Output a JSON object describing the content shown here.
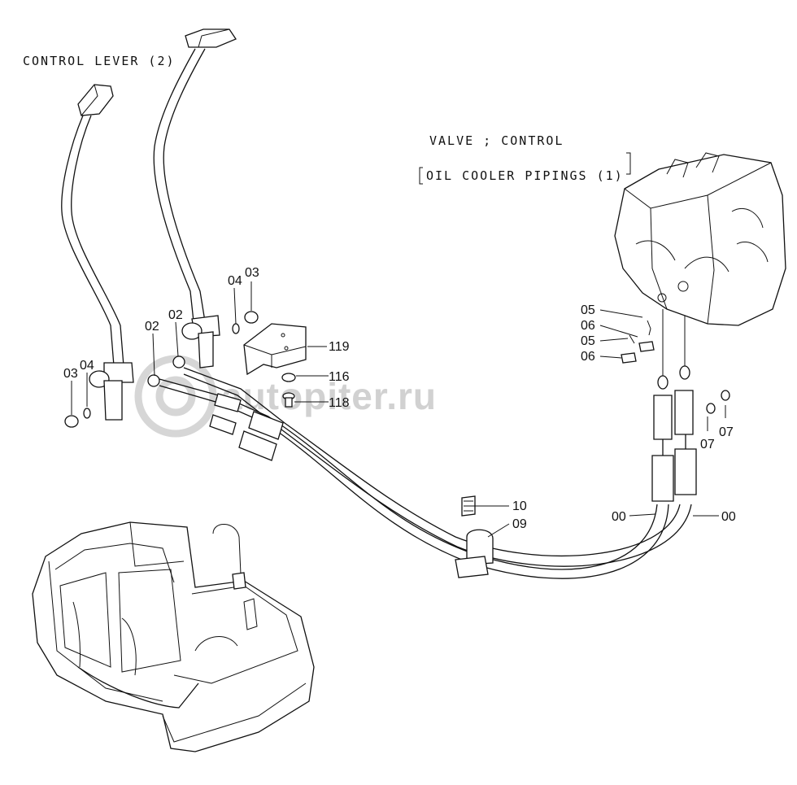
{
  "captions": {
    "control_lever": "CONTROL  LEVER (2)",
    "valve_control": "VALVE ; CONTROL",
    "oil_cooler": "OIL  COOLER  PIPINGS (1)"
  },
  "watermark": "autopiter.ru",
  "part_labels": {
    "p02_right": "02",
    "p02_left": "02",
    "p03_top": "03",
    "p04_top": "04",
    "p03_left": "03",
    "p04_left": "04",
    "p119": "119",
    "p116": "116",
    "p118": "118",
    "p05_a": "05",
    "p06_a": "06",
    "p05_b": "05",
    "p06_b": "06",
    "p07_a": "07",
    "p07_b": "07",
    "p10": "10",
    "p09": "09",
    "p00_left": "00",
    "p00_right": "00"
  }
}
